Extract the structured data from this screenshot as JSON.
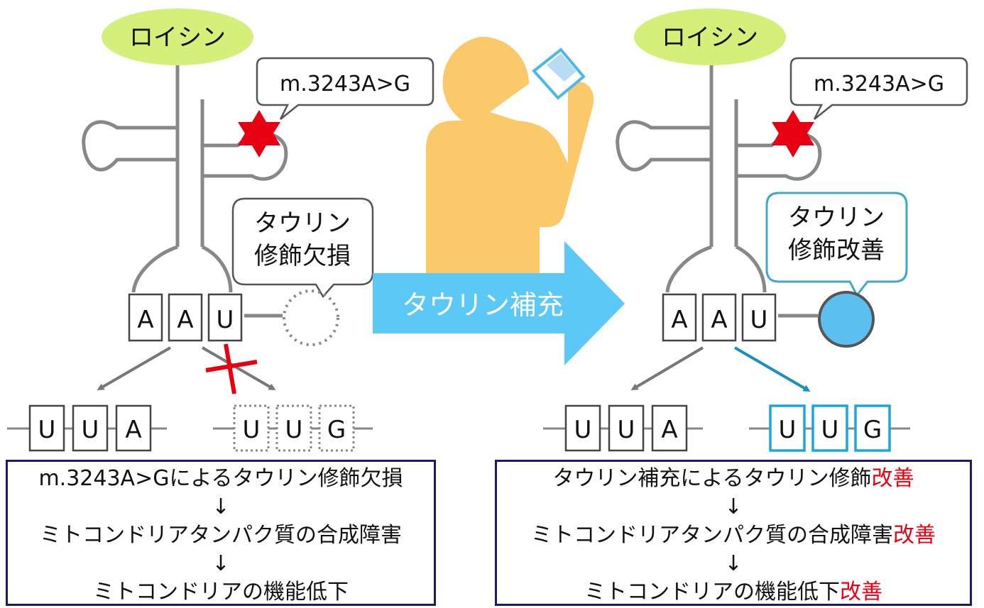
{
  "left": {
    "leucine_label": "ロイシン",
    "mutation_label": "m.3243A>G",
    "bubble_line1": "タウリン",
    "bubble_line2": "修飾欠損",
    "anticodon": [
      "A",
      "A",
      "U"
    ],
    "codon_uua": [
      "U",
      "U",
      "A"
    ],
    "codon_uug": [
      "U",
      "U",
      "G"
    ],
    "box": {
      "line1": "m.3243A>Gによるタウリン修飾欠損",
      "arrow1": "↓",
      "line2": "ミトコンドリアタンパク質の合成障害",
      "arrow2": "↓",
      "line3": "ミトコンドリアの機能低下"
    }
  },
  "center": {
    "arrow_label": "タウリン補充"
  },
  "right": {
    "leucine_label": "ロイシン",
    "mutation_label": "m.3243A>G",
    "bubble_line1": "タウリン",
    "bubble_line2": "修飾改善",
    "anticodon": [
      "A",
      "A",
      "U"
    ],
    "codon_uua": [
      "U",
      "U",
      "A"
    ],
    "codon_uug": [
      "U",
      "U",
      "G"
    ],
    "box": {
      "line1": "タウリン補充によるタウリン修飾",
      "line1_red": "改善",
      "arrow1": "↓",
      "line2": "ミトコンドリアタンパク質の合成障害",
      "line2_red": "改善",
      "arrow2": "↓",
      "line3": "ミトコンドリアの機能低下",
      "line3_red": "改善"
    }
  },
  "colors": {
    "leucine_fill": "#d4ef7a",
    "person": "#fbc96a",
    "arrow": "#5bc8f5",
    "cup": "#b9dcf5",
    "star": "#e60012",
    "taurine_ball": "#5bc0f0",
    "bubble_border_right": "#3fa8c8",
    "improved_codon_border": "#1aa7e0",
    "blue_arrow": "#1b8fc0",
    "box_border": "#1a1a6e"
  }
}
